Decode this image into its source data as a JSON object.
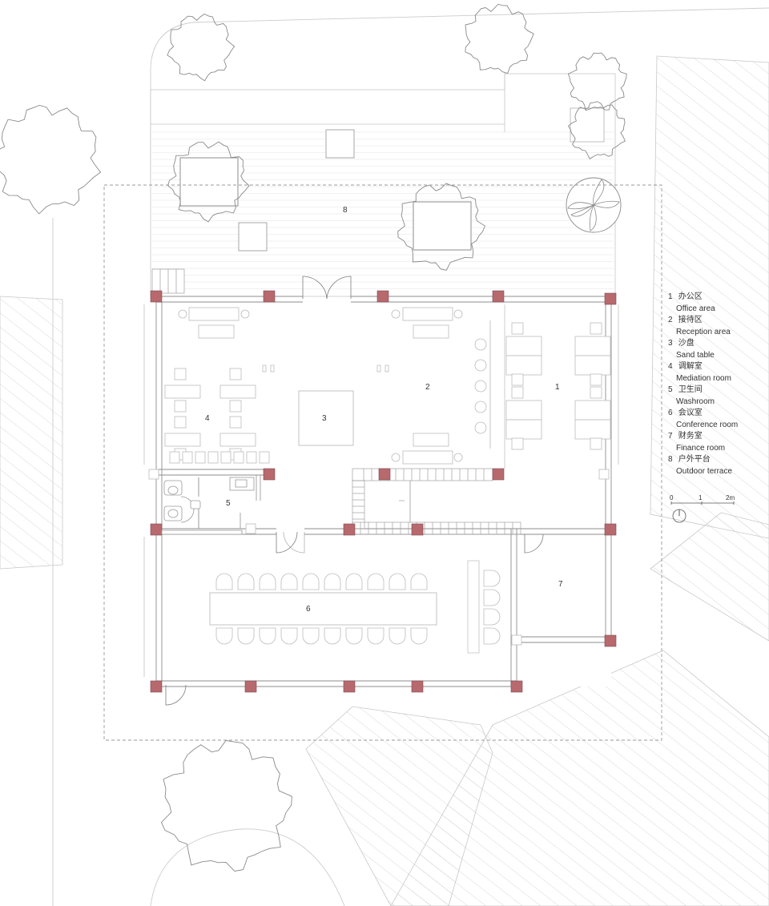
{
  "rooms": [
    {
      "number": "1",
      "zh": "办公区",
      "en": "Office area"
    },
    {
      "number": "2",
      "zh": "接待区",
      "en": "Reception area"
    },
    {
      "number": "3",
      "zh": "沙盘",
      "en": "Sand table"
    },
    {
      "number": "4",
      "zh": "调解室",
      "en": "Mediation room"
    },
    {
      "number": "5",
      "zh": "卫生间",
      "en": "Washroom"
    },
    {
      "number": "6",
      "zh": "会议室",
      "en": "Conference room"
    },
    {
      "number": "7",
      "zh": "财务室",
      "en": "Finance room"
    },
    {
      "number": "8",
      "zh": "户外平台",
      "en": "Outdoor terrace"
    }
  ],
  "scale": {
    "labels": [
      "0",
      "1",
      "2m"
    ]
  },
  "colors": {
    "column": "#b8696e",
    "line": "#9a9a9a",
    "light": "#cfcfcf",
    "text": "#333333"
  }
}
